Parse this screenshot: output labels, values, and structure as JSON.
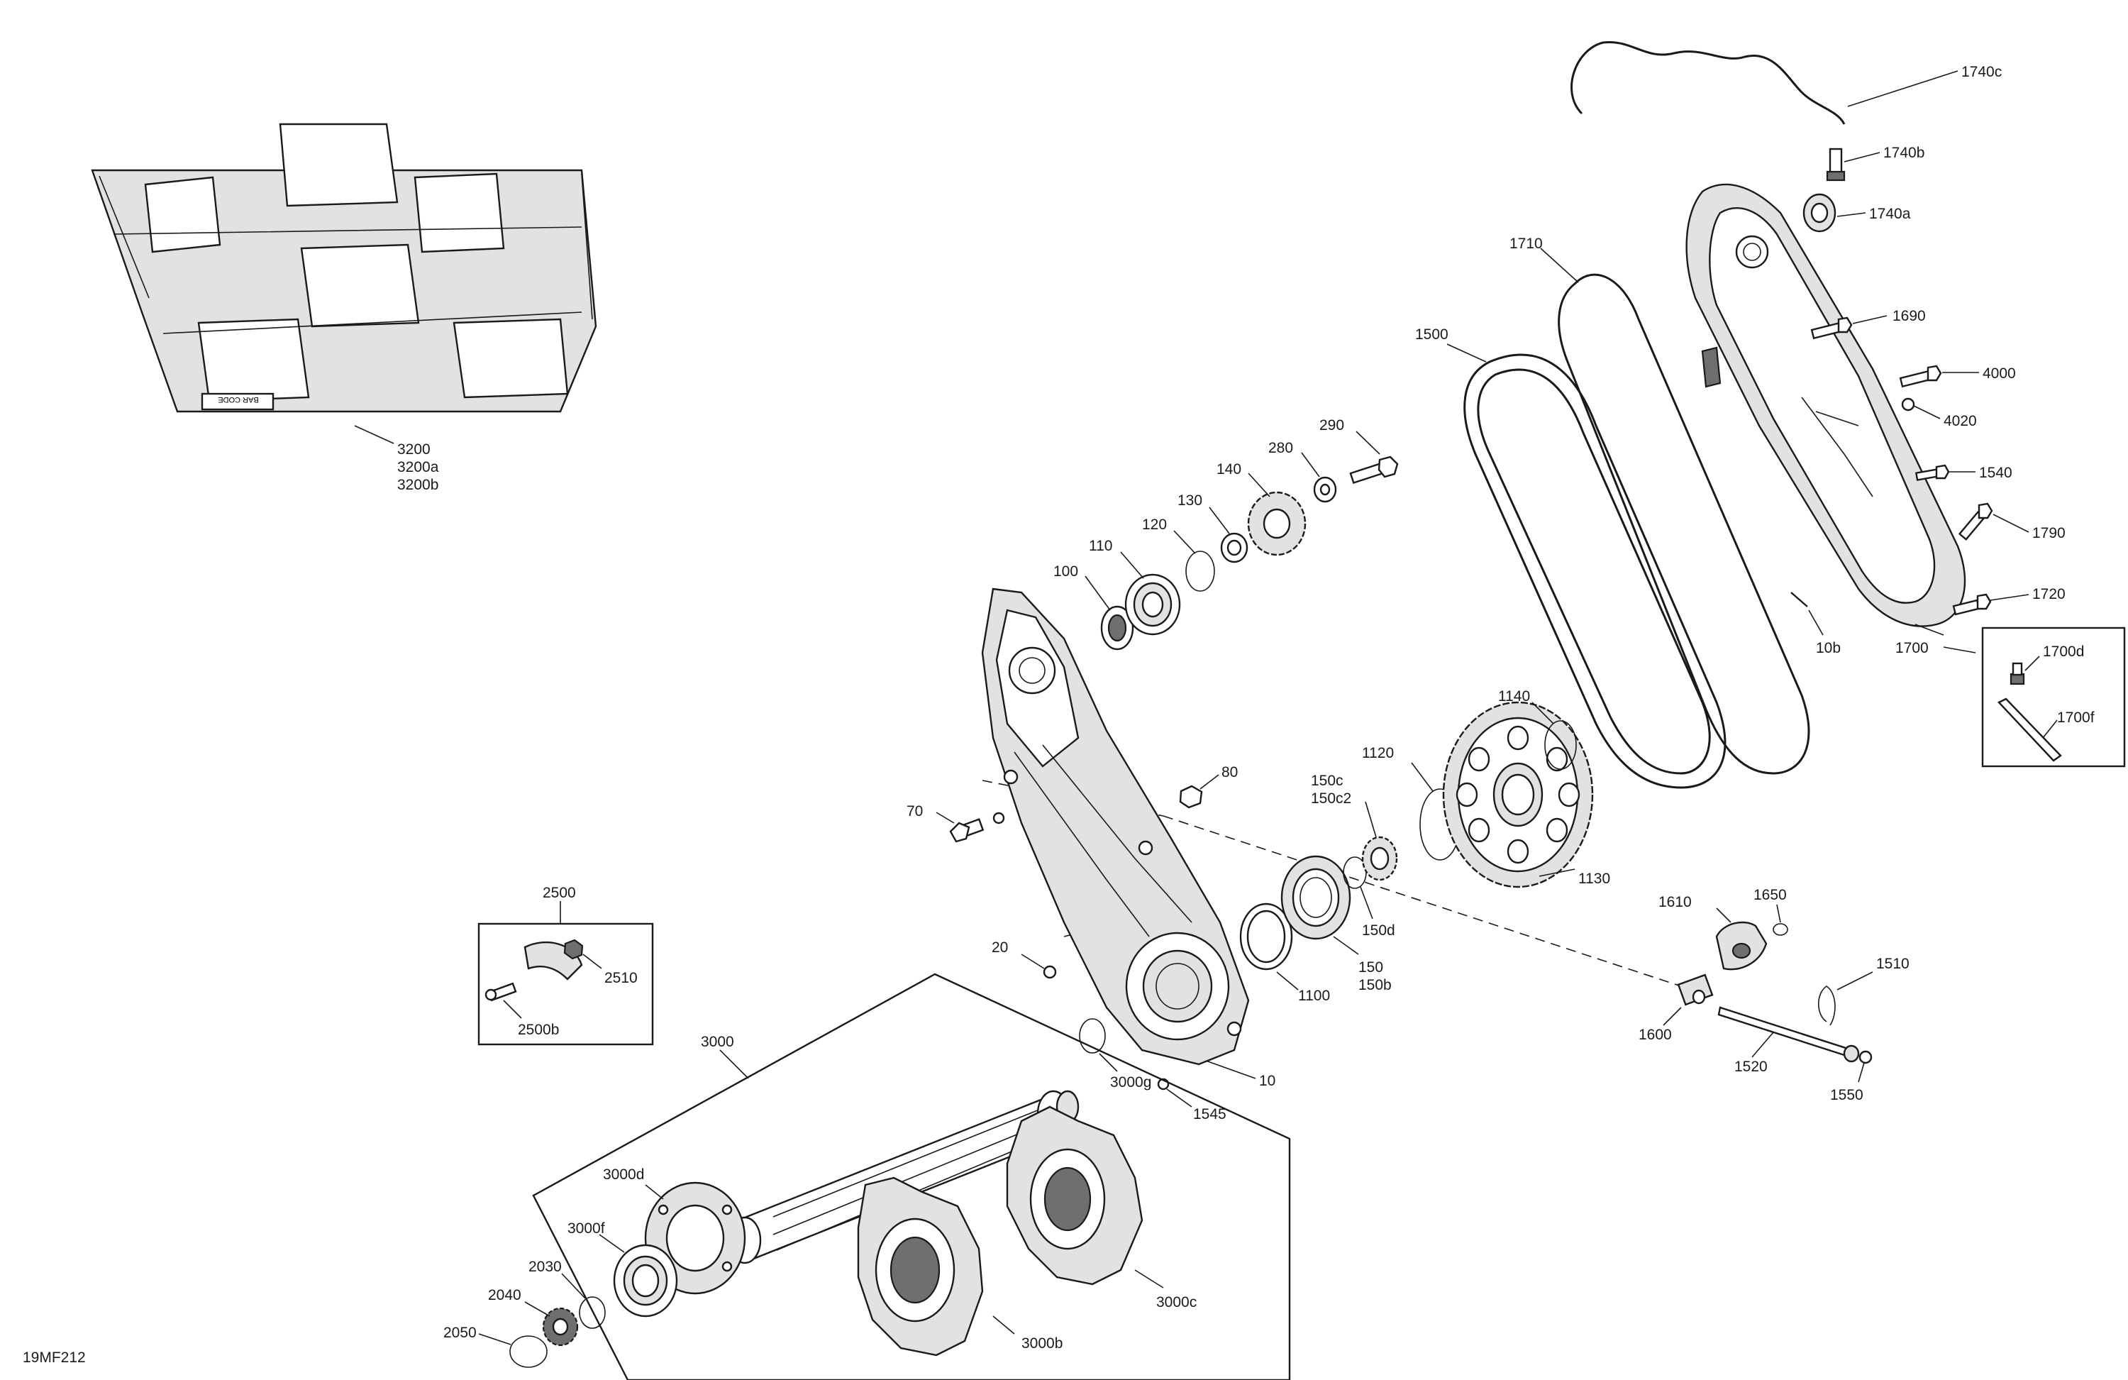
{
  "figure_code": "19MF212",
  "labels": {
    "l3200": "3200",
    "l3200a": "3200a",
    "l3200b": "3200b",
    "l1740c": "1740c",
    "l1740b": "1740b",
    "l1740a": "1740a",
    "l1710": "1710",
    "l1500": "1500",
    "l1690": "1690",
    "l4000": "4000",
    "l4020": "4020",
    "l1540": "1540",
    "l1790": "1790",
    "l1720": "1720",
    "l10b": "10b",
    "l1700": "1700",
    "l1700d": "1700d",
    "l1700f": "1700f",
    "l290": "290",
    "l280": "280",
    "l140": "140",
    "l130": "130",
    "l120": "120",
    "l110": "110",
    "l100": "100",
    "l80": "80",
    "l70": "70",
    "l20": "20",
    "l10": "10",
    "l1545": "1545",
    "l1140": "1140",
    "l1130": "1130",
    "l1120": "1120",
    "l150c": "150c",
    "l150c2": "150c2",
    "l150d": "150d",
    "l150": "150",
    "l150b": "150b",
    "l1100": "1100",
    "l1610": "1610",
    "l1650": "1650",
    "l1510": "1510",
    "l1600": "1600",
    "l1520": "1520",
    "l1550": "1550",
    "l2500": "2500",
    "l2510": "2510",
    "l2500b": "2500b",
    "l3000": "3000",
    "l3000g": "3000g",
    "l3000d": "3000d",
    "l3000f": "3000f",
    "l3000c": "3000c",
    "l3000b": "3000b",
    "l2030": "2030",
    "l2040": "2040",
    "l2050": "2050"
  },
  "track_embossing": "BAR CODE"
}
